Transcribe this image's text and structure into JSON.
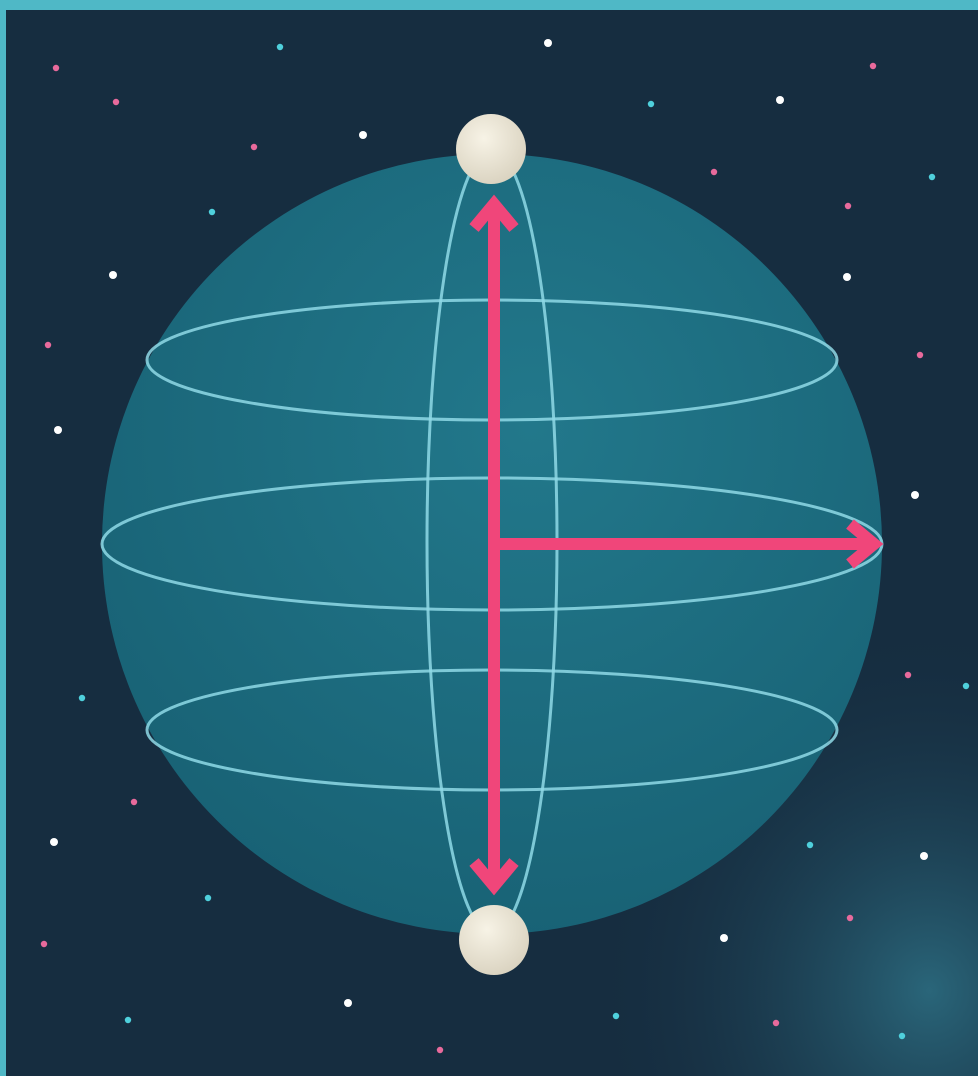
{
  "colors": {
    "frame": "#4fb8c6",
    "space": "#162d40",
    "space_glow": "#2c6c80",
    "sphere": "#1e7184",
    "sphere_shade": "#175f72",
    "grid_line": "#8fd9e6",
    "arrow": "#f0467a",
    "pole": "#efeadb",
    "star_white": "#ffffff",
    "star_cyan": "#4fd0dc",
    "star_pink": "#e86a9c"
  },
  "icons": {
    "sphere": "sphere-icon",
    "pole": "pole-dot-icon",
    "arrow": "arrow-icon",
    "star": "star-icon"
  },
  "diagram": {
    "arrows": [
      {
        "name": "axis-arrow-up",
        "direction": "up"
      },
      {
        "name": "axis-arrow-down",
        "direction": "down"
      },
      {
        "name": "radius-arrow-right",
        "direction": "right"
      }
    ],
    "poles": [
      "north",
      "south"
    ],
    "latitude_rings": 3,
    "meridian_rings": 1
  }
}
